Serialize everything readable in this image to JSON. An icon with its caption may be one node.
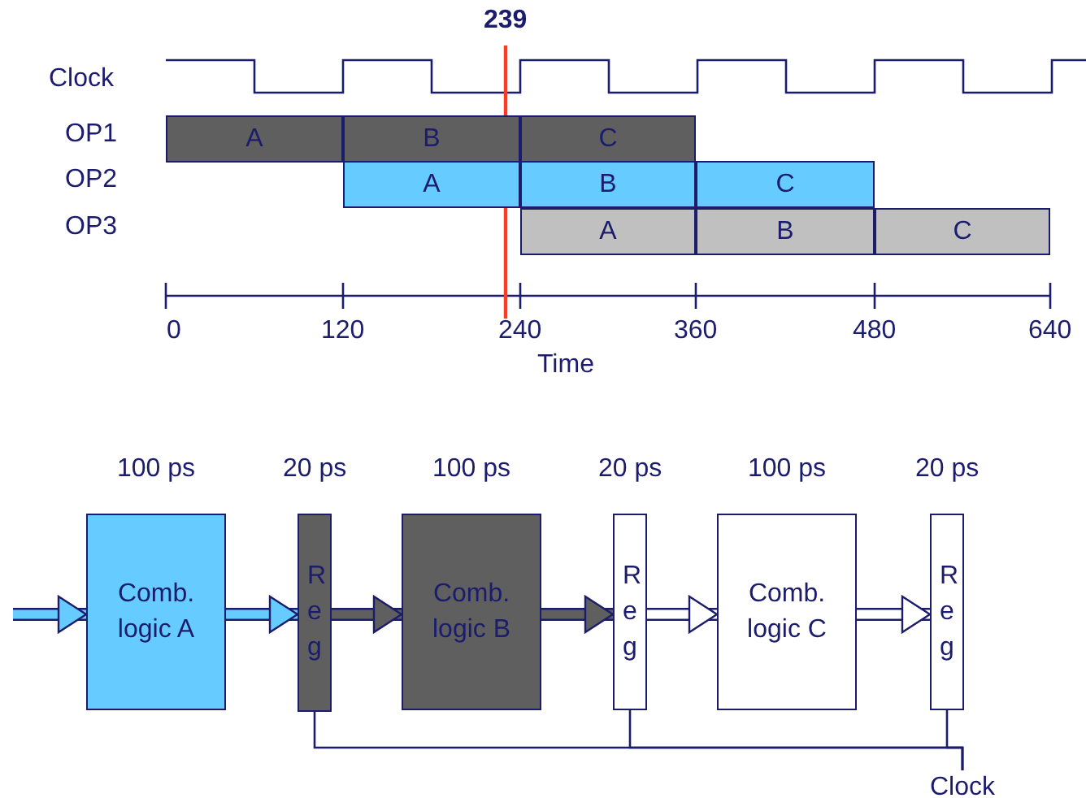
{
  "diagram": {
    "nodes": [
      {
        "text": [
          "A"
        ]
      },
      {
        "text": [
          "B"
        ]
      },
      {
        "text": [
          "C"
        ]
      },
      {
        "text": [
          "A"
        ]
      },
      {
        "text": [
          "B"
        ]
      },
      {
        "text": [
          "C"
        ]
      },
      {
        "text": [
          "A"
        ]
      },
      {
        "text": [
          "B"
        ]
      },
      {
        "text": [
          "C"
        ]
      },
      {
        "text": [
          "Comb. logic A"
        ],
        "beside": [
          "100 ps"
        ]
      },
      {
        "text": [
          "Reg"
        ],
        "beside": [
          "20 ps"
        ]
      },
      {
        "text": [
          "Comb. logic B"
        ],
        "beside": [
          "100 ps"
        ]
      },
      {
        "text": [
          "Reg"
        ],
        "beside": [
          "20 ps"
        ]
      },
      {
        "text": [
          "Comb. logic C"
        ],
        "beside": [
          "100 ps"
        ]
      },
      {
        "text": [
          "Reg"
        ],
        "beside": [
          "20 ps"
        ]
      },
      {
        "text": [
          "Clock"
        ]
      }
    ],
    "edges": [
      {
        "from": null,
        "to": 9,
        "arrow": "to",
        "color": "#66ccff"
      },
      {
        "from": 9,
        "to": 10,
        "arrow": "to",
        "color": "#66ccff"
      },
      {
        "from": 10,
        "to": 11,
        "arrow": "to",
        "color": "#5f5f5f"
      },
      {
        "from": 11,
        "to": 12,
        "arrow": "to",
        "color": "#5f5f5f"
      },
      {
        "from": 12,
        "to": 13,
        "arrow": "to",
        "color": "#ffffff"
      },
      {
        "from": 13,
        "to": 14,
        "arrow": "to",
        "color": "#ffffff"
      },
      {
        "from": 15,
        "to": 10,
        "arrow": "none"
      },
      {
        "from": 15,
        "to": 12,
        "arrow": "none"
      },
      {
        "from": 15,
        "to": 14,
        "arrow": "none"
      }
    ],
    "labels": [
      "239",
      "Clock",
      "OP1",
      "OP2",
      "OP3",
      "0",
      "120",
      "240",
      "360",
      "480",
      "640",
      "Time"
    ]
  }
}
